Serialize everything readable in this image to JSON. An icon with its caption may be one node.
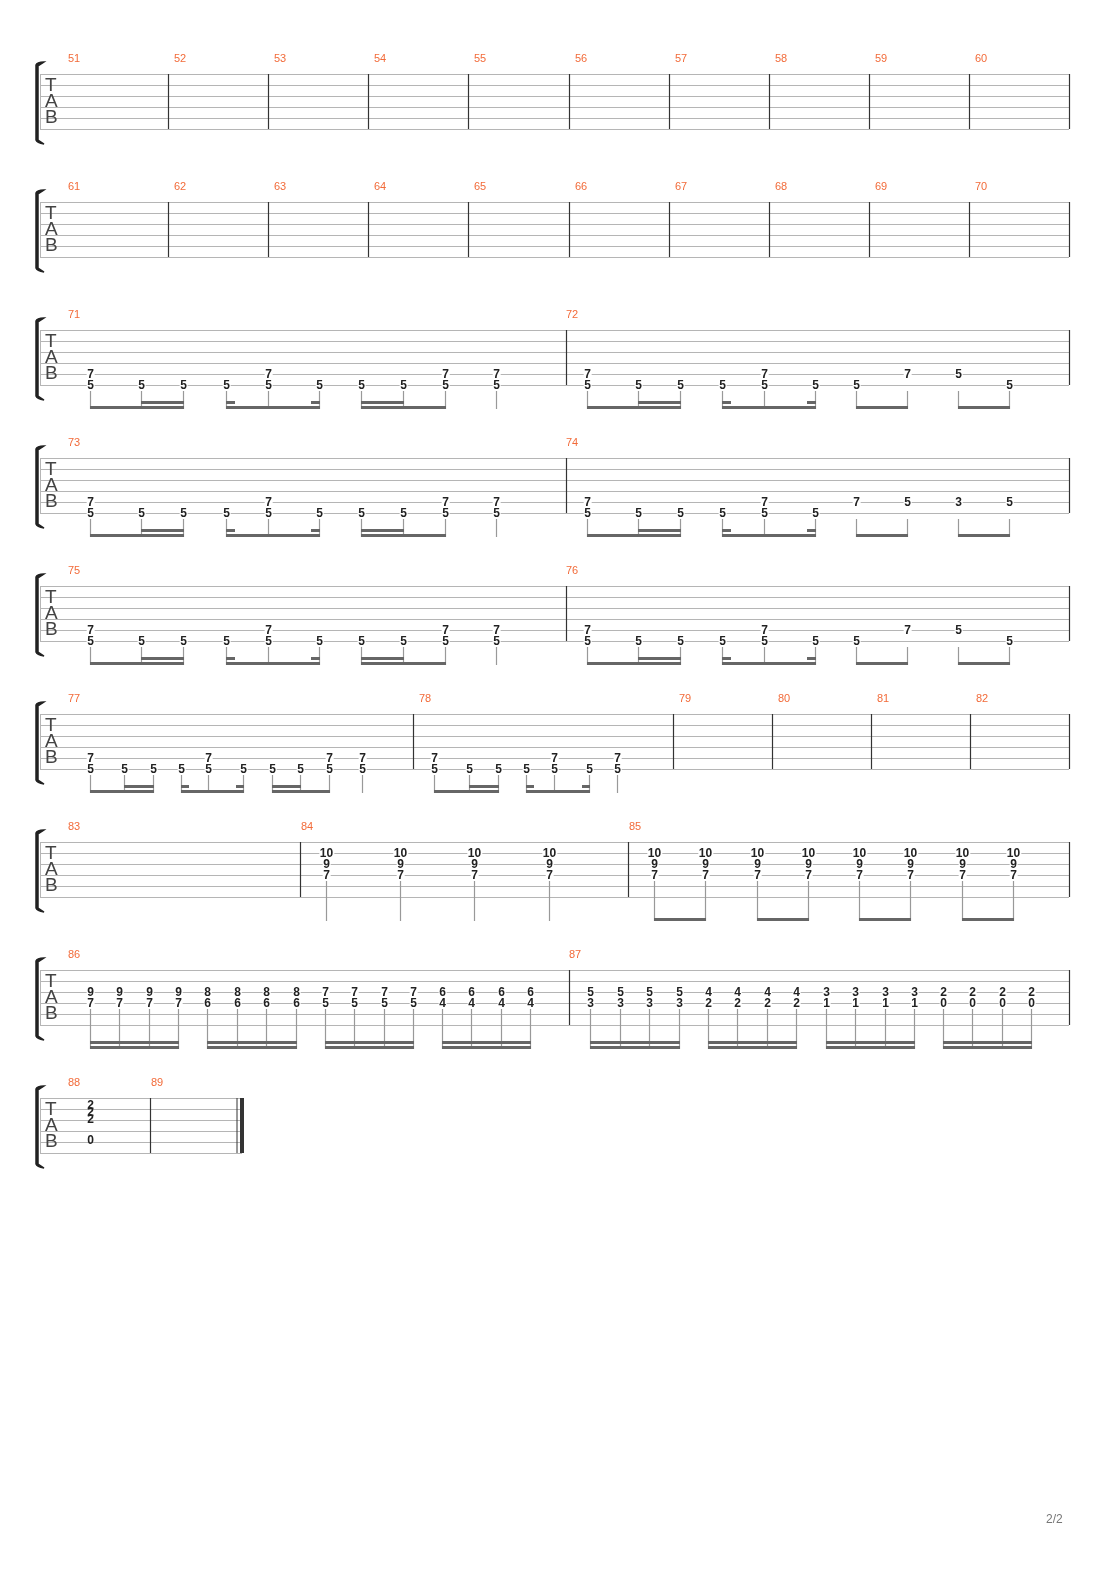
{
  "diagram": {
    "labels": [
      "51",
      "52",
      "53",
      "54",
      "55",
      "56",
      "57",
      "58",
      "59",
      "60",
      "T",
      "A",
      "B",
      "61",
      "62",
      "63",
      "64",
      "65",
      "66",
      "67",
      "68",
      "69",
      "70",
      "T",
      "A",
      "B",
      "71",
      "72",
      "T",
      "A",
      "B",
      "7",
      "5",
      "5",
      "5",
      "5",
      "7",
      "5",
      "5",
      "5",
      "5",
      "7",
      "5",
      "7",
      "5",
      "7",
      "5",
      "5",
      "5",
      "5",
      "7",
      "5",
      "5",
      "5",
      "7",
      "5",
      "5",
      "73",
      "74",
      "T",
      "A",
      "B",
      "7",
      "5",
      "5",
      "5",
      "5",
      "7",
      "5",
      "5",
      "5",
      "5",
      "7",
      "5",
      "7",
      "5",
      "7",
      "5",
      "5",
      "5",
      "5",
      "7",
      "5",
      "5",
      "7",
      "5",
      "3",
      "5",
      "75",
      "76",
      "T",
      "A",
      "B",
      "7",
      "5",
      "5",
      "5",
      "5",
      "7",
      "5",
      "5",
      "5",
      "5",
      "7",
      "5",
      "7",
      "5",
      "7",
      "5",
      "5",
      "5",
      "5",
      "7",
      "5",
      "5",
      "5",
      "7",
      "5",
      "5",
      "77",
      "78",
      "79",
      "80",
      "81",
      "82",
      "T",
      "A",
      "B",
      "7",
      "5",
      "5",
      "5",
      "5",
      "7",
      "5",
      "5",
      "5",
      "5",
      "7",
      "5",
      "7",
      "5",
      "7",
      "5",
      "5",
      "5",
      "5",
      "7",
      "5",
      "5",
      "7",
      "5",
      "83",
      "84",
      "85",
      "T",
      "A",
      "B",
      "10",
      "9",
      "7",
      "10",
      "9",
      "7",
      "10",
      "9",
      "7",
      "10",
      "9",
      "7",
      "10",
      "9",
      "7",
      "10",
      "9",
      "7",
      "10",
      "9",
      "7",
      "10",
      "9",
      "7",
      "10",
      "9",
      "7",
      "10",
      "9",
      "7",
      "10",
      "9",
      "7",
      "10",
      "9",
      "7",
      "86",
      "87",
      "T",
      "A",
      "B",
      "9",
      "7",
      "9",
      "7",
      "9",
      "7",
      "9",
      "7",
      "8",
      "6",
      "8",
      "6",
      "8",
      "6",
      "8",
      "6",
      "7",
      "5",
      "7",
      "5",
      "7",
      "5",
      "7",
      "5",
      "6",
      "4",
      "6",
      "4",
      "6",
      "4",
      "6",
      "4",
      "5",
      "3",
      "5",
      "3",
      "5",
      "3",
      "5",
      "3",
      "4",
      "2",
      "4",
      "2",
      "4",
      "2",
      "4",
      "2",
      "3",
      "1",
      "3",
      "1",
      "3",
      "1",
      "3",
      "1",
      "2",
      "0",
      "2",
      "0",
      "2",
      "0",
      "2",
      "0",
      "88",
      "89",
      "T",
      "A",
      "B",
      "2",
      "2",
      "2",
      "0",
      "2/2"
    ]
  }
}
